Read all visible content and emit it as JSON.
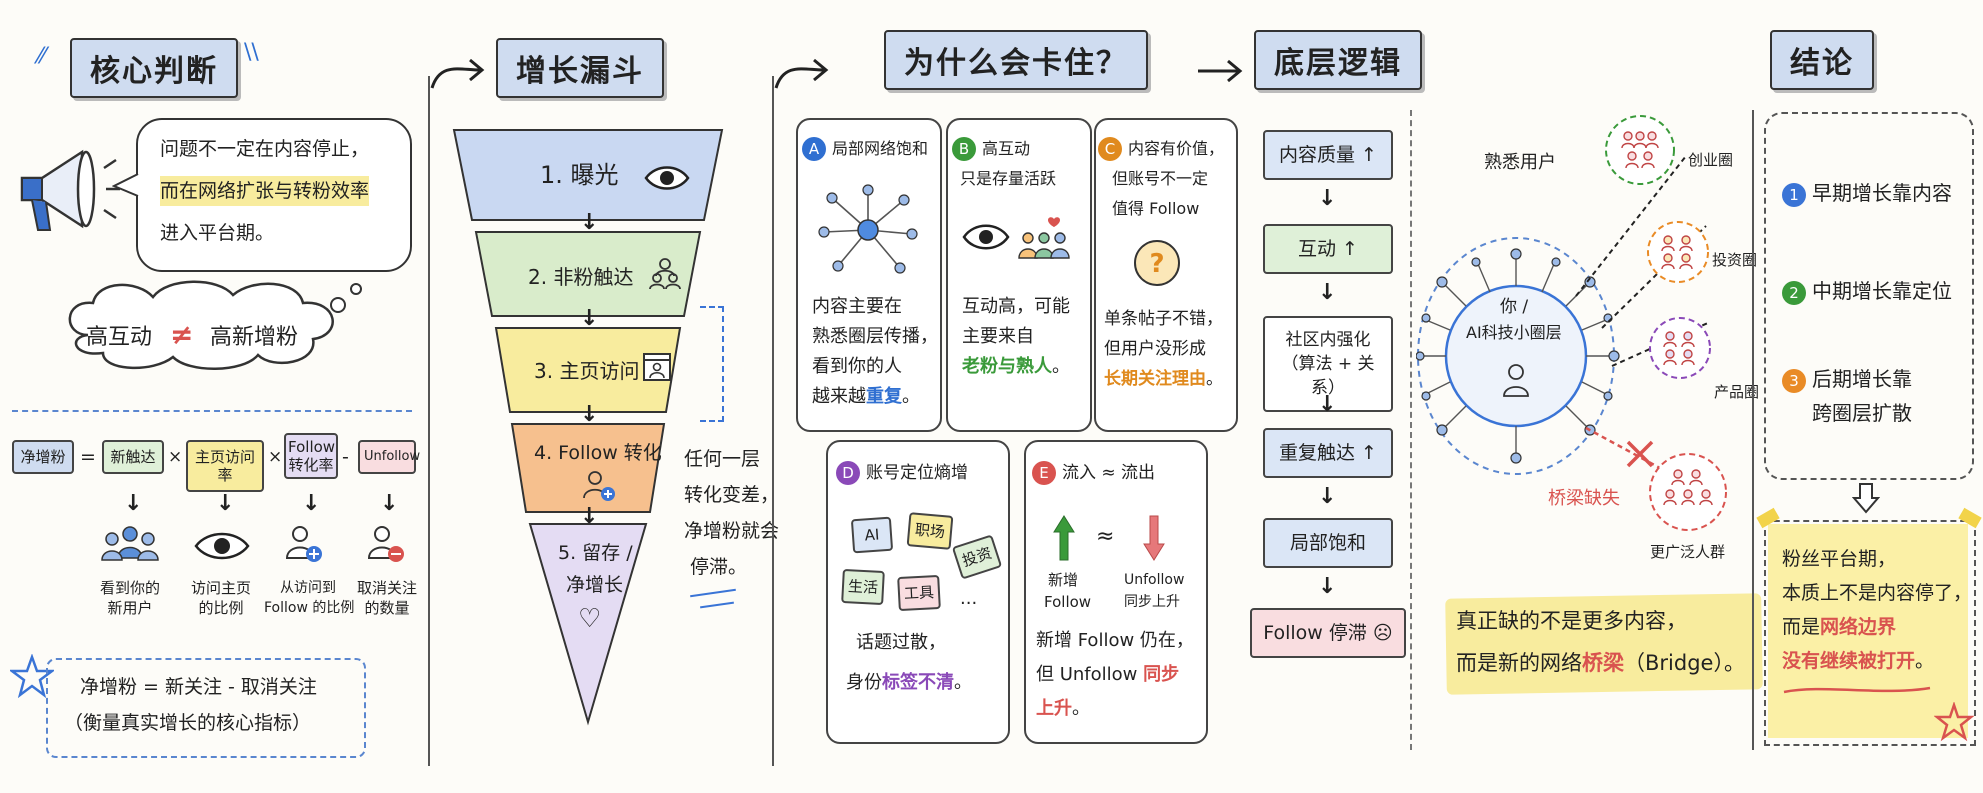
{
  "headers": {
    "judgment": "核心判断",
    "funnel": "增长漏斗",
    "why": "为什么会卡住？",
    "logic": "底层逻辑",
    "conclusion": "结论"
  },
  "judgment": {
    "bubble_line1": "问题不一定在内容停止，",
    "bubble_line2": "而在网络扩张与转粉效率",
    "bubble_line3": "进入平台期。",
    "cloud_left": "高互动",
    "cloud_neq": "≠",
    "cloud_right": "高新增粉"
  },
  "formula": {
    "net": "净增粉",
    "eq": "=",
    "times": "×",
    "minus": "-",
    "new_reach": "新触达",
    "visit_rate": "主页访问率",
    "follow_rate_1": "Follow",
    "follow_rate_2": "转化率",
    "unfollow": "Unfollow",
    "desc": [
      [
        "看到你的",
        "新用户"
      ],
      [
        "访问主页",
        "的比例"
      ],
      [
        "从访问到",
        "Follow 的比例"
      ],
      [
        "取消关注",
        "的数量"
      ]
    ],
    "def_line1": "净增粉 = 新关注 - 取消关注",
    "def_line2": "（衡量真实增长的核心指标）"
  },
  "funnel": {
    "stages": [
      {
        "label": "1. 曝光",
        "color": "#c9d8f2"
      },
      {
        "label": "2. 非粉触达",
        "color": "#d9eccb"
      },
      {
        "label": "3. 主页访问",
        "color": "#f8ec9e"
      },
      {
        "label": "4. Follow 转化",
        "color": "#f6c08e"
      },
      {
        "label": "5. 留存 / 净增长",
        "color": "#e4dcf3"
      }
    ],
    "stage5_line1": "5. 留存 /",
    "stage5_line2": "净增长",
    "note": [
      "任何一层",
      "转化变差，",
      "净增粉就会",
      "停滞。"
    ]
  },
  "why": {
    "a": {
      "badge": "A",
      "title": "局部网络饱和",
      "body": [
        "内容主要在",
        "熟悉圈层传播，",
        "看到你的人",
        "越来越"
      ],
      "highlight": "重复",
      "end": "。",
      "color": "#2f6fd1"
    },
    "b": {
      "badge": "B",
      "title_line1": "高互动",
      "title_line2": "只是存量活跃",
      "body": [
        "互动高，可能",
        "主要来自"
      ],
      "highlight": "老粉与熟人",
      "end": "。",
      "color": "#3a9a3a"
    },
    "c": {
      "badge": "C",
      "title_line1": "内容有价值，",
      "title_line2": "但账号不一定",
      "title_line3": "值得 Follow",
      "body": [
        "单条帖子不错，",
        "但用户没形成"
      ],
      "highlight": "长期关注理由",
      "end": "。",
      "color": "#e08a1e"
    },
    "d": {
      "badge": "D",
      "title": "账号定位熵增",
      "tags": [
        "AI",
        "职场",
        "投资",
        "生活",
        "工具",
        "..."
      ],
      "body_line1": "话题过散，",
      "body_pre": "身份",
      "highlight": "标签不清",
      "end": "。",
      "color": "#8a49b8"
    },
    "e": {
      "badge": "E",
      "title": "流入 ≈ 流出",
      "up_label_1": "新增",
      "up_label_2": "Follow",
      "approx": "≈",
      "down_label_1": "Unfollow",
      "down_label_2": "同步上升",
      "body_line1": "新增 Follow 仍在，",
      "body_line2_pre": "但 Unfollow ",
      "highlight1": "同步",
      "highlight2": "上升",
      "end": "。",
      "color": "#d9534f"
    }
  },
  "logic": {
    "steps": [
      {
        "label": "内容质量 ↑",
        "color": "#dbe6f6"
      },
      {
        "label": "互动 ↑",
        "color": "#dff0d8"
      },
      {
        "label_line1": "社区内强化",
        "label_line2": "（算法 + 关系）",
        "color": "#ffffff"
      },
      {
        "label": "重复触达 ↑",
        "color": "#dbe6f6"
      },
      {
        "label": "局部饱和",
        "color": "#dbe6f6"
      },
      {
        "label": "Follow 停滞 ☹",
        "color": "#f9dde0"
      }
    ]
  },
  "network": {
    "familiar": "熟悉用户",
    "center_line1": "你 /",
    "center_line2": "AI科技小圈层",
    "clusters": [
      "创业圈",
      "投资圈",
      "产品圈",
      "更广泛人群"
    ],
    "bridge_missing": "桥梁缺失",
    "summary_line1": "真正缺的不是更多内容，",
    "summary_pre": "而是新的网络",
    "summary_highlight": "桥梁",
    "summary_post": "（Bridge）。"
  },
  "conclusion": {
    "items": [
      {
        "num": "1",
        "text": "早期增长靠内容",
        "color": "#3a74d6"
      },
      {
        "num": "2",
        "text": "中期增长靠定位",
        "color": "#3a9a3a"
      },
      {
        "num": "3",
        "text_line1": "后期增长靠",
        "text_line2": "跨圈层扩散",
        "color": "#e98b26"
      }
    ],
    "final_line1": "粉丝平台期，",
    "final_line2": "本质上不是内容停了，",
    "final_line3_pre": "而是",
    "final_line3_highlight": "网络边界",
    "final_line4": "没有继续被打开",
    "final_line4_end": "。"
  },
  "colors": {
    "accent_blue": "#2f6fd1",
    "accent_red": "#d9534f",
    "highlight_yellow": "#f8ec9e"
  }
}
